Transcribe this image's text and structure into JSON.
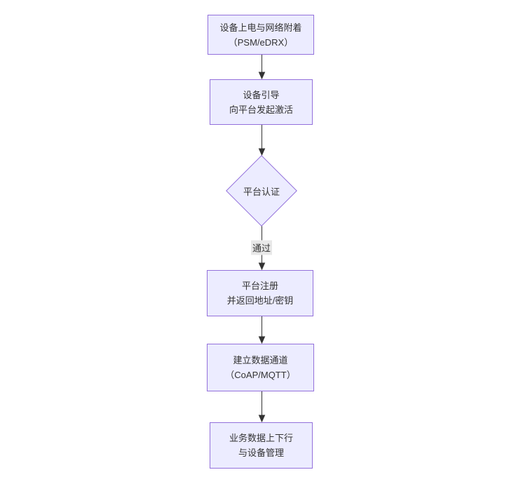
{
  "flowchart": {
    "type": "flowchart",
    "direction": "top-down",
    "nodes": [
      {
        "id": "A",
        "shape": "rect",
        "lines": [
          "设备上电与网络附着",
          "（PSM/eDRX）"
        ]
      },
      {
        "id": "B",
        "shape": "rect",
        "lines": [
          "设备引导",
          "向平台发起激活"
        ]
      },
      {
        "id": "C",
        "shape": "diamond",
        "lines": [
          "平台认证"
        ]
      },
      {
        "id": "D",
        "shape": "rect",
        "lines": [
          "平台注册",
          "并返回地址/密钥"
        ]
      },
      {
        "id": "E",
        "shape": "rect",
        "lines": [
          "建立数据通道",
          "（CoAP/MQTT）"
        ]
      },
      {
        "id": "F",
        "shape": "rect",
        "lines": [
          "业务数据上下行",
          "与设备管理"
        ]
      }
    ],
    "edges": [
      {
        "from": "A",
        "to": "B",
        "label": ""
      },
      {
        "from": "B",
        "to": "C",
        "label": ""
      },
      {
        "from": "C",
        "to": "D",
        "label": "通过"
      },
      {
        "from": "D",
        "to": "E",
        "label": ""
      },
      {
        "from": "E",
        "to": "F",
        "label": ""
      }
    ],
    "colors": {
      "node_fill": "#ECECFF",
      "node_border": "#9370DB",
      "text": "#333333",
      "edge": "#333333",
      "edge_label_bg": "#e8e8e8",
      "background": "#ffffff"
    }
  }
}
